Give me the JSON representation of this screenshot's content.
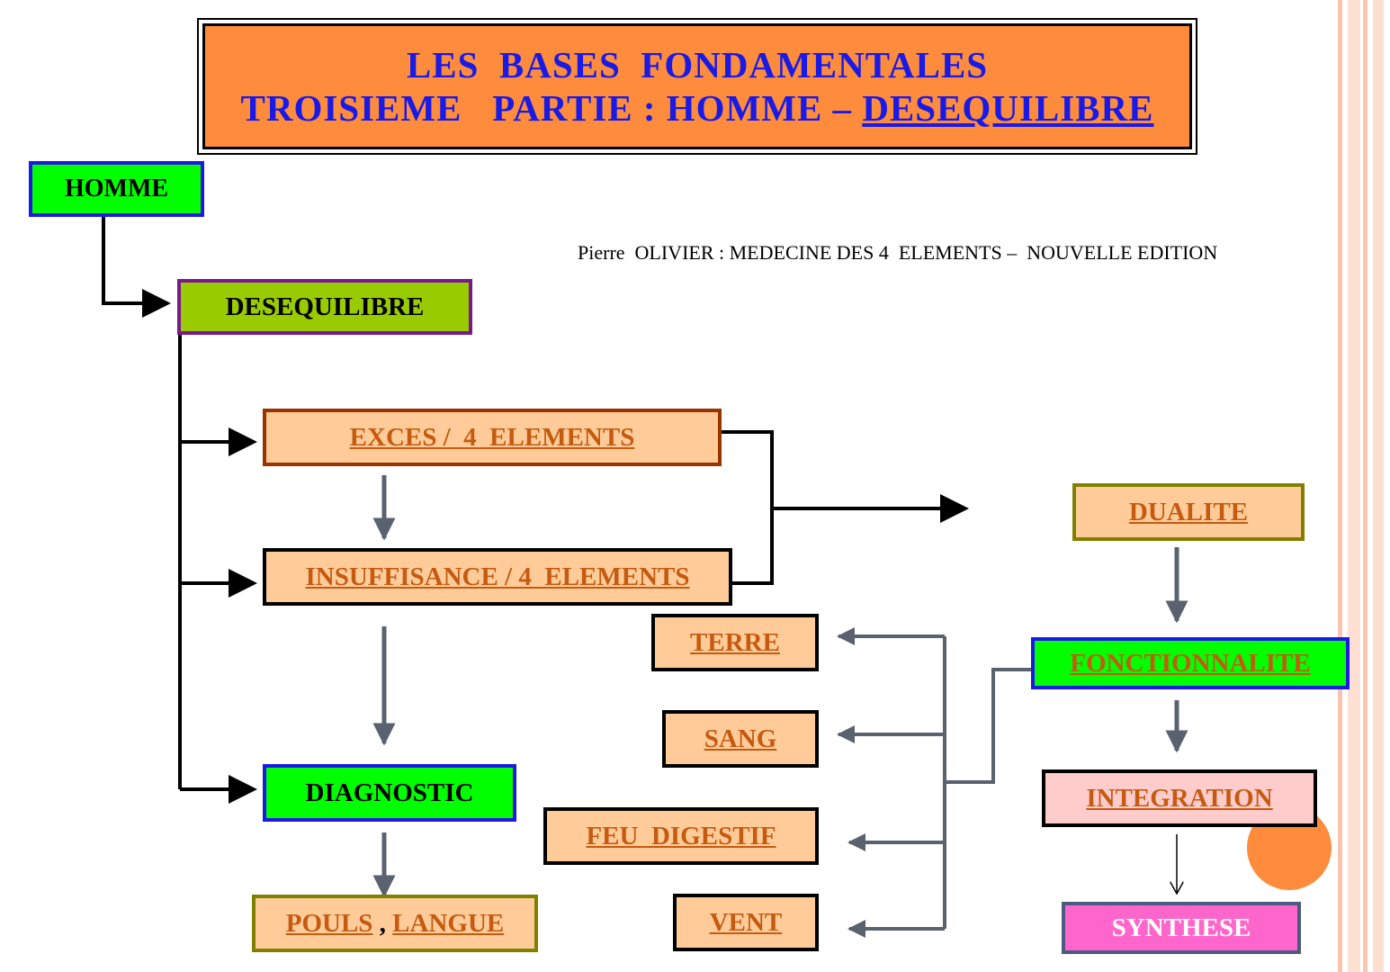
{
  "title": {
    "line1": "LES  BASES  FONDAMENTALES",
    "line2_prefix": "TROISIEME   PARTIE : HOMME – ",
    "line2_link": "DESEQUILIBRE"
  },
  "credit": "Pierre  OLIVIER : MEDECINE DES 4  ELEMENTS –  NOUVELLE EDITION",
  "nodes": {
    "homme": "HOMME",
    "desequilibre": "DESEQUILIBRE",
    "exces": "EXCES /  4  ELEMENTS",
    "insuffisance": "INSUFFISANCE / 4  ELEMENTS",
    "diagnostic": "DIAGNOSTIC",
    "pouls": "POULS",
    "separator": " , ",
    "langue": "LANGUE",
    "terre": "TERRE",
    "sang": "SANG",
    "feu_digestif": "FEU  DIGESTIF",
    "vent": "VENT",
    "dualite": "DUALITE",
    "fonctionnalite": "FONCTIONNALITE",
    "integration": "INTEGRATION",
    "synthese": "SYNTHESE"
  },
  "colors": {
    "title_bg": "#ff8c3c",
    "title_text": "#1a1ae6",
    "green": "#00ff00",
    "olive_green": "#99cc00",
    "peach": "#ffcc99",
    "link_orange": "#c55a11",
    "pink": "#ffcccc",
    "magenta": "#ff66cc",
    "blue_border": "#1a1ae6",
    "gray_arrow": "#5a6270",
    "side_stripe": "#fbc4ac"
  }
}
